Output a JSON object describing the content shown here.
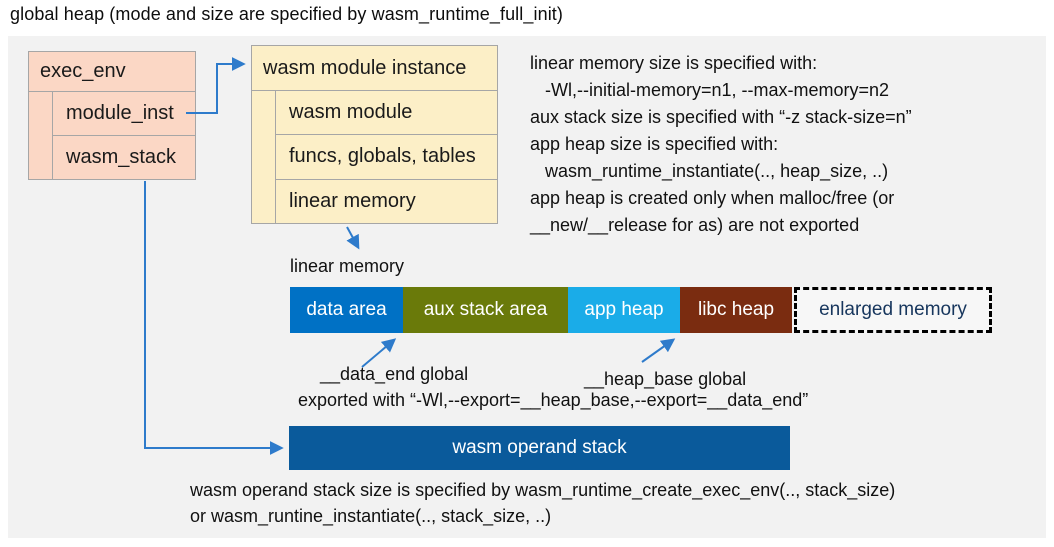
{
  "title": "global heap (mode and size are specified by wasm_runtime_full_init)",
  "exec_env_box": {
    "header": "exec_env",
    "rows": [
      "module_inst",
      "wasm_stack"
    ]
  },
  "module_instance_box": {
    "header": "wasm module instance",
    "rows": [
      "wasm module",
      "funcs, globals, tables",
      "linear memory"
    ]
  },
  "notes_right_lines": [
    "linear memory size is specified with:",
    "   -Wl,--initial-memory=n1, --max-memory=n2",
    "aux stack size is specified with “-z stack-size=n”",
    "app heap size is specified with:",
    "   wasm_runtime_instantiate(.., heap_size, ..)",
    "app heap is created only when malloc/free (or",
    "__new/__release for as) are not exported"
  ],
  "linear_memory_bar": {
    "label": "linear memory",
    "segments": [
      {
        "label": "data area",
        "color": "#0071c5"
      },
      {
        "label": "aux stack area",
        "color": "#6a7a0a"
      },
      {
        "label": "app heap",
        "color": "#1aace8"
      },
      {
        "label": "libc heap",
        "color": "#7a2c10"
      },
      {
        "label": "enlarged memory",
        "color": "#f7f7f7",
        "text_color": "#17365d",
        "border": "dashed"
      }
    ]
  },
  "annotations": {
    "data_end_label": "__data_end global",
    "heap_base_label": "__heap_base global",
    "export_line": "exported with “-Wl,--export=__heap_base,--export=__data_end”"
  },
  "operand_stack": {
    "label": "wasm operand stack",
    "color": "#0a5a9b"
  },
  "bottom_note_lines": [
    "wasm operand stack size is specified by wasm_runtime_create_exec_env(.., stack_size)",
    "or wasm_runtine_instantiate(.., stack_size, ..)"
  ],
  "colors": {
    "panel_bg": "#f2f2f2",
    "exec_env_fill": "#fbd7c5",
    "module_instance_fill": "#fcefc7",
    "box_border": "#a6a6a6",
    "arrow_blue": "#2e7bcb",
    "enlarged_border": "#000000"
  }
}
